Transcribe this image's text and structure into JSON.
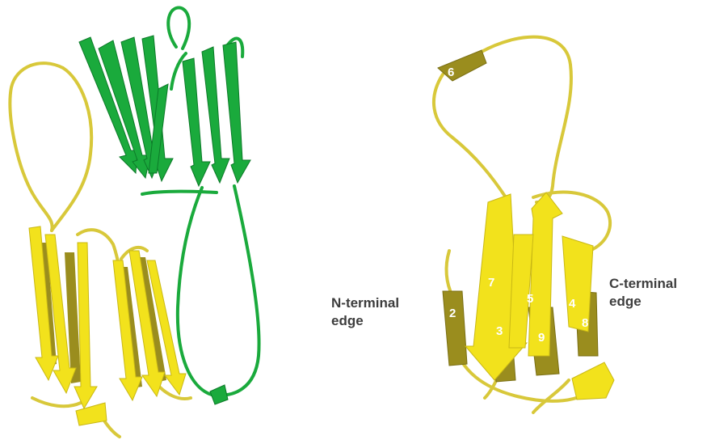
{
  "labels": {
    "n_terminal_line1": "N-terminal",
    "n_terminal_line2": "edge",
    "c_terminal_line1": "C-terminal",
    "c_terminal_line2": "edge"
  },
  "strand_numbers": {
    "s2": "2",
    "s3": "3",
    "s4": "4",
    "s5": "5",
    "s6": "6",
    "s7": "7",
    "s8": "8",
    "s9": "9"
  },
  "colors": {
    "yellow": "#f2e21c",
    "yellow_shadow": "#9a8d1e",
    "yellow_loop": "#d8c83a",
    "green": "#1aaa3c",
    "green_dark": "#0c7a28",
    "label_gray": "#3d3d3d"
  }
}
